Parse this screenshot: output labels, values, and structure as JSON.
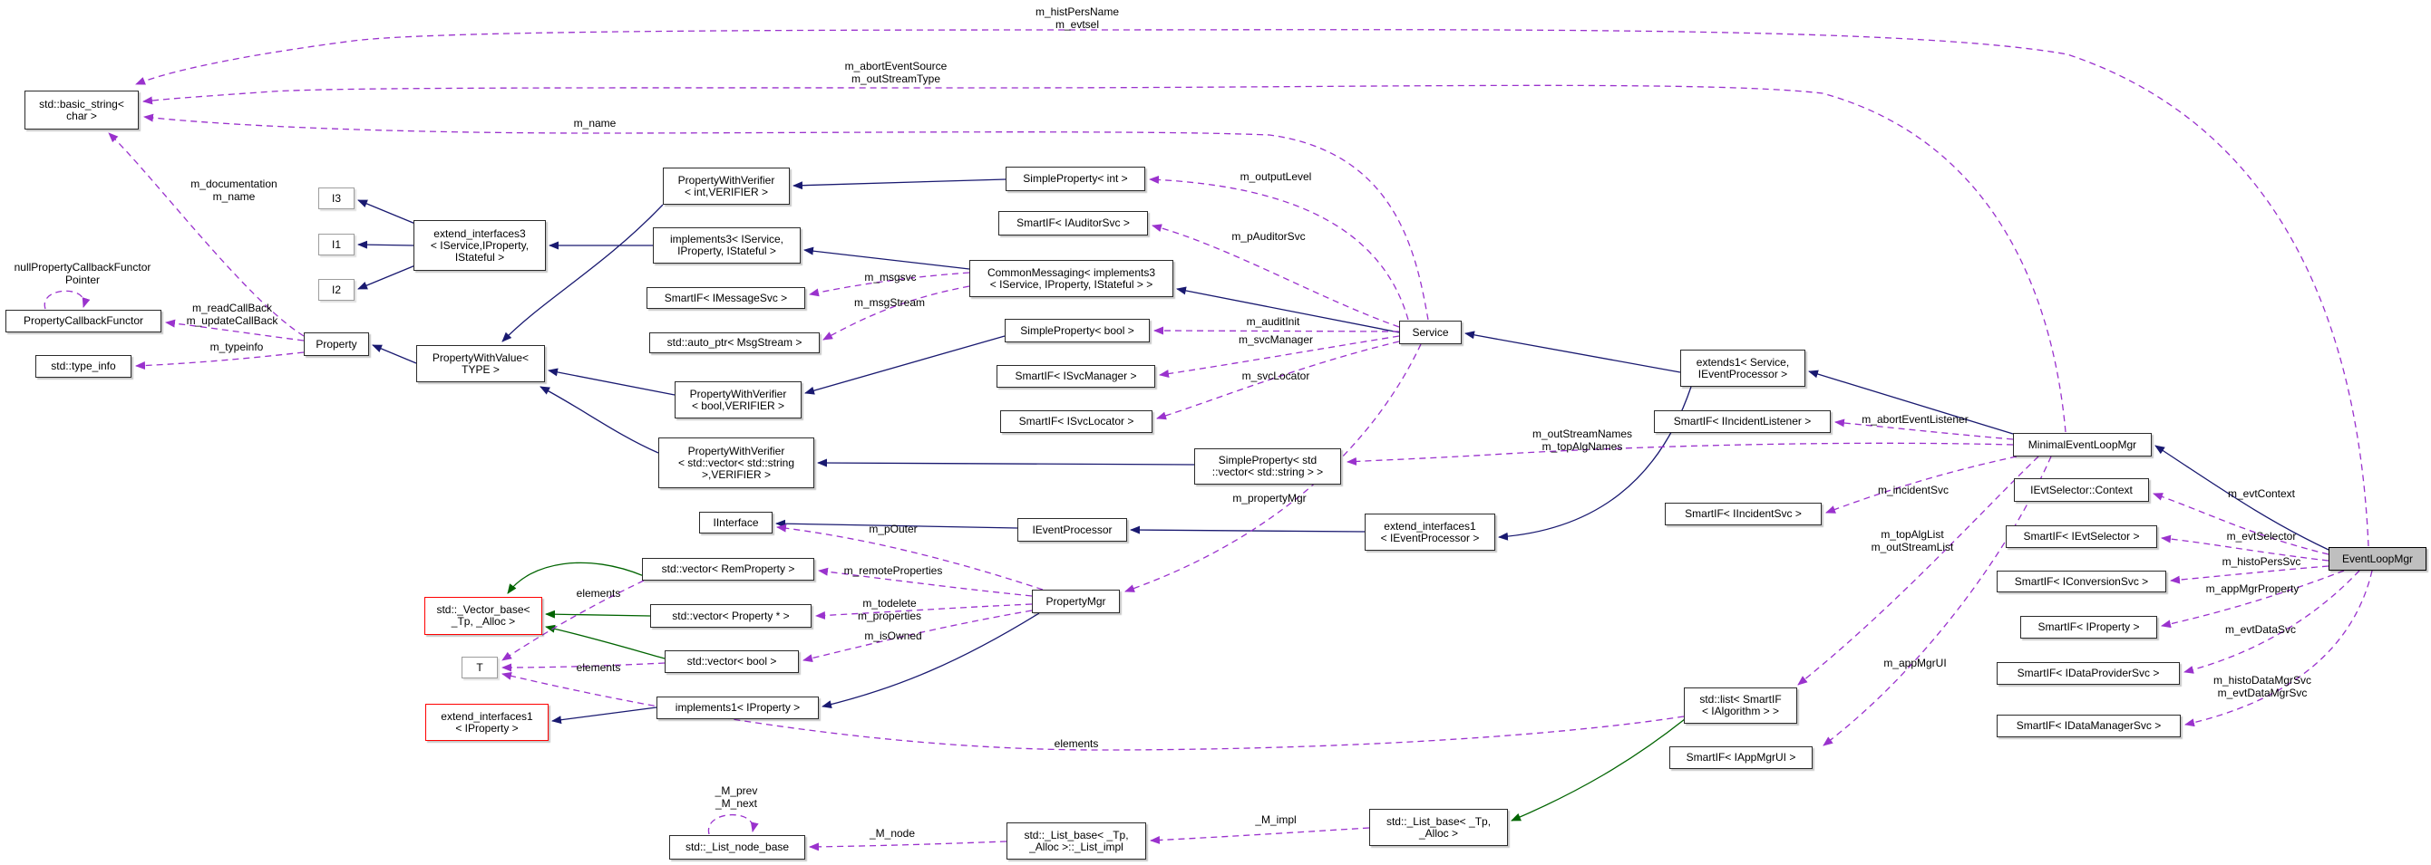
{
  "diagram": {
    "type": "doxygen-collaboration-graph",
    "current_node": "EventLoopMgr",
    "colors": {
      "background": "#ffffff",
      "inherit_edge": "#191970",
      "template_inherit_edge": "#006400",
      "usage_edge": "#9a32cd",
      "node_fill": "#ffffff",
      "node_border": "#2b2b2b",
      "special_node_border": "#ff0000",
      "current_node_fill": "#bfbfbf",
      "text": "#000000"
    },
    "nodes": [
      {
        "id": "basic_string",
        "label": "std::basic_string<\nchar >",
        "variant": "normal"
      },
      {
        "id": "pcf",
        "label": "PropertyCallbackFunctor",
        "variant": "normal"
      },
      {
        "id": "type_info",
        "label": "std::type_info",
        "variant": "normal"
      },
      {
        "id": "i3",
        "label": "I3",
        "variant": "param"
      },
      {
        "id": "i1",
        "label": "I1",
        "variant": "param"
      },
      {
        "id": "i2",
        "label": "I2",
        "variant": "param"
      },
      {
        "id": "ei3",
        "label": "extend_interfaces3\n< IService,IProperty,\nIStateful >",
        "variant": "normal"
      },
      {
        "id": "property",
        "label": "Property",
        "variant": "normal"
      },
      {
        "id": "pwvalue",
        "label": "PropertyWithValue<\nTYPE >",
        "variant": "normal"
      },
      {
        "id": "pwv_int",
        "label": "PropertyWithVerifier\n< int,VERIFIER >",
        "variant": "normal"
      },
      {
        "id": "impl3",
        "label": "implements3< IService,\nIProperty, IStateful >",
        "variant": "normal"
      },
      {
        "id": "sif_msg",
        "label": "SmartIF< IMessageSvc >",
        "variant": "normal"
      },
      {
        "id": "autoptr",
        "label": "std::auto_ptr< MsgStream >",
        "variant": "normal"
      },
      {
        "id": "pwv_bool",
        "label": "PropertyWithVerifier\n< bool,VERIFIER >",
        "variant": "normal"
      },
      {
        "id": "pwv_vec",
        "label": "PropertyWithVerifier\n< std::vector< std::string\n>,VERIFIER >",
        "variant": "normal"
      },
      {
        "id": "iinterface",
        "label": "IInterface",
        "variant": "normal"
      },
      {
        "id": "vec_rem",
        "label": "std::vector< RemProperty >",
        "variant": "normal"
      },
      {
        "id": "sp_int",
        "label": "SimpleProperty< int >",
        "variant": "normal"
      },
      {
        "id": "sif_aud",
        "label": "SmartIF< IAuditorSvc >",
        "variant": "normal"
      },
      {
        "id": "common_msg",
        "label": "CommonMessaging< implements3\n< IService, IProperty, IStateful > >",
        "variant": "normal"
      },
      {
        "id": "sp_bool",
        "label": "SimpleProperty< bool >",
        "variant": "normal"
      },
      {
        "id": "sif_svcmgr",
        "label": "SmartIF< ISvcManager >",
        "variant": "normal"
      },
      {
        "id": "sif_svcloc",
        "label": "SmartIF< ISvcLocator >",
        "variant": "normal"
      },
      {
        "id": "service",
        "label": "Service",
        "variant": "normal"
      },
      {
        "id": "sp_vecstr",
        "label": "SimpleProperty< std\n::vector< std::string > >",
        "variant": "normal"
      },
      {
        "id": "ievtproc",
        "label": "IEventProcessor",
        "variant": "normal"
      },
      {
        "id": "ei1_evt",
        "label": "extend_interfaces1\n< IEventProcessor >",
        "variant": "normal"
      },
      {
        "id": "extends1",
        "label": "extends1< Service,\nIEventProcessor >",
        "variant": "normal"
      },
      {
        "id": "sif_inclis",
        "label": "SmartIF< IIncidentListener >",
        "variant": "normal"
      },
      {
        "id": "melm",
        "label": "MinimalEventLoopMgr",
        "variant": "normal"
      },
      {
        "id": "ievtsel_ctx",
        "label": "IEvtSelector::Context",
        "variant": "normal"
      },
      {
        "id": "sif_incsvc",
        "label": "SmartIF< IIncidentSvc >",
        "variant": "normal"
      },
      {
        "id": "sif_evtsel",
        "label": "SmartIF< IEvtSelector >",
        "variant": "normal"
      },
      {
        "id": "elm",
        "label": "EventLoopMgr",
        "variant": "current"
      },
      {
        "id": "sif_conv",
        "label": "SmartIF< IConversionSvc >",
        "variant": "normal"
      },
      {
        "id": "sif_prop",
        "label": "SmartIF< IProperty >",
        "variant": "normal"
      },
      {
        "id": "sif_dps",
        "label": "SmartIF< IDataProviderSvc >",
        "variant": "normal"
      },
      {
        "id": "sif_dms",
        "label": "SmartIF< IDataManagerSvc >",
        "variant": "normal"
      },
      {
        "id": "std_list",
        "label": "std::list< SmartIF\n< IAlgorithm > >",
        "variant": "normal"
      },
      {
        "id": "sif_appmgrui",
        "label": "SmartIF< IAppMgrUI >",
        "variant": "normal"
      },
      {
        "id": "propertymgr",
        "label": "PropertyMgr",
        "variant": "normal"
      },
      {
        "id": "vec_base",
        "label": "std::_Vector_base<\n_Tp, _Alloc >",
        "variant": "red"
      },
      {
        "id": "t",
        "label": "T",
        "variant": "param"
      },
      {
        "id": "vec_propptr",
        "label": "std::vector< Property * >",
        "variant": "normal"
      },
      {
        "id": "vec_bool",
        "label": "std::vector< bool >",
        "variant": "normal"
      },
      {
        "id": "ei1_prop",
        "label": "extend_interfaces1\n< IProperty >",
        "variant": "red"
      },
      {
        "id": "impl1",
        "label": "implements1< IProperty >",
        "variant": "normal"
      },
      {
        "id": "list_node_base",
        "label": "std::_List_node_base",
        "variant": "normal"
      },
      {
        "id": "list_impl",
        "label": "std::_List_base< _Tp,\n_Alloc >::_List_impl",
        "variant": "normal"
      },
      {
        "id": "list_base",
        "label": "std::_List_base< _Tp,\n_Alloc >",
        "variant": "normal"
      }
    ],
    "edge_labels": [
      {
        "id": "histPersName",
        "text": "m_histPersName\nm_evtsel"
      },
      {
        "id": "abortEventSource",
        "text": "m_abortEventSource\nm_outStreamType"
      },
      {
        "id": "name",
        "text": "m_name"
      },
      {
        "id": "documentation",
        "text": "m_documentation\nm_name"
      },
      {
        "id": "nullPcf",
        "text": "nullPropertyCallbackFunctor\nPointer"
      },
      {
        "id": "readCallBack",
        "text": "m_readCallBack\nm_updateCallBack"
      },
      {
        "id": "typeinfo",
        "text": "m_typeinfo"
      },
      {
        "id": "msgsvc",
        "text": "m_msgsvc"
      },
      {
        "id": "msgStream",
        "text": "m_msgStream"
      },
      {
        "id": "outputLevel",
        "text": "m_outputLevel"
      },
      {
        "id": "pAuditorSvc",
        "text": "m_pAuditorSvc"
      },
      {
        "id": "auditInit",
        "text": "m_auditInit"
      },
      {
        "id": "svcManager",
        "text": "m_svcManager"
      },
      {
        "id": "svcLocator",
        "text": "m_svcLocator"
      },
      {
        "id": "outStreamNames",
        "text": "m_outStreamNames\nm_topAlgNames"
      },
      {
        "id": "propertyMgrLbl",
        "text": "m_propertyMgr"
      },
      {
        "id": "pOuter",
        "text": "m_pOuter"
      },
      {
        "id": "remoteProperties",
        "text": "m_remoteProperties"
      },
      {
        "id": "todelete",
        "text": "m_todelete\nm_properties"
      },
      {
        "id": "isOwned",
        "text": "m_isOwned"
      },
      {
        "id": "elements1",
        "text": "elements"
      },
      {
        "id": "elements2",
        "text": "elements"
      },
      {
        "id": "elements3",
        "text": "elements"
      },
      {
        "id": "abortEventListener",
        "text": "m_abortEventListener"
      },
      {
        "id": "incidentSvc",
        "text": "m_incidentSvc"
      },
      {
        "id": "topAlgList",
        "text": "m_topAlgList\nm_outStreamList"
      },
      {
        "id": "evtContext",
        "text": "m_evtContext"
      },
      {
        "id": "evtSelector",
        "text": "m_evtSelector"
      },
      {
        "id": "histoPersSvc",
        "text": "m_histoPersSvc"
      },
      {
        "id": "appMgrProperty",
        "text": "m_appMgrProperty"
      },
      {
        "id": "evtDataSvc",
        "text": "m_evtDataSvc"
      },
      {
        "id": "dataMgrSvc",
        "text": "m_histoDataMgrSvc\nm_evtDataMgrSvc"
      },
      {
        "id": "appMgrUI",
        "text": "m_appMgrUI"
      },
      {
        "id": "mPrevNext",
        "text": "_M_prev\n_M_next"
      },
      {
        "id": "mNode",
        "text": "_M_node"
      },
      {
        "id": "mImpl",
        "text": "_M_impl"
      }
    ]
  }
}
